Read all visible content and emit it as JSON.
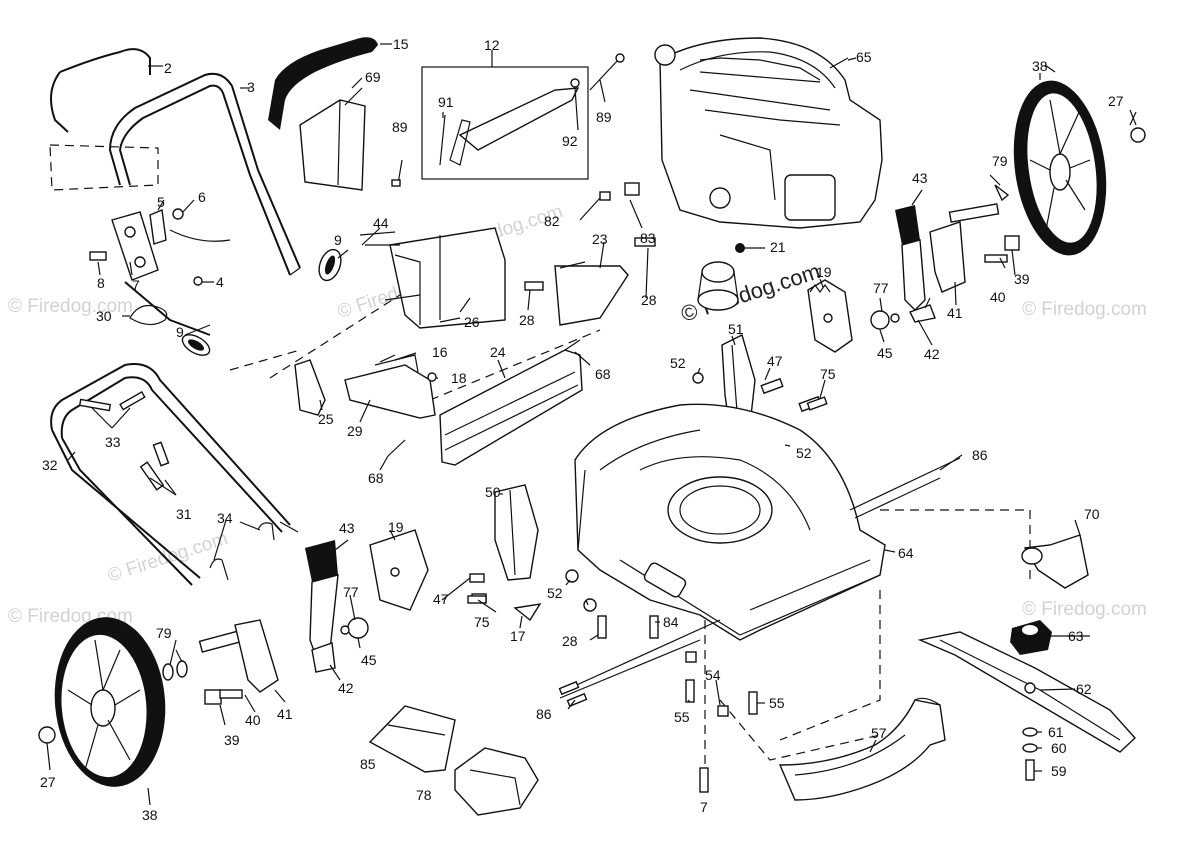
{
  "watermark": {
    "text": "© Firedog.com",
    "center_text": "© Firedog.com"
  },
  "labels": {
    "l2": "2",
    "l3": "3",
    "l4": "4",
    "l5": "5",
    "l6": "6",
    "l7": "7",
    "l8": "8",
    "l9a": "9",
    "l9b": "9",
    "l12": "12",
    "l15": "15",
    "l16": "16",
    "l17": "17",
    "l18": "18",
    "l19a": "19",
    "l19b": "19",
    "l21": "21",
    "l23": "23",
    "l24": "24",
    "l25": "25",
    "l26": "26",
    "l27a": "27",
    "l27b": "27",
    "l28a": "28",
    "l28b": "28",
    "l28c": "28",
    "l29": "29",
    "l30": "30",
    "l31": "31",
    "l32": "32",
    "l33": "33",
    "l34": "34",
    "l38a": "38",
    "l38b": "38",
    "l39a": "39",
    "l39b": "39",
    "l40a": "40",
    "l40b": "40",
    "l41a": "41",
    "l41b": "41",
    "l42a": "42",
    "l42b": "42",
    "l43a": "43",
    "l43b": "43",
    "l44": "44",
    "l45a": "45",
    "l45b": "45",
    "l47a": "47",
    "l47b": "47",
    "l50": "50",
    "l51": "51",
    "l52a": "52",
    "l52b": "52",
    "l52c": "52",
    "l54": "54",
    "l55a": "55",
    "l55b": "55",
    "l57": "57",
    "l59": "59",
    "l60": "60",
    "l61": "61",
    "l62": "62",
    "l63": "63",
    "l64": "64",
    "l65": "65",
    "l68a": "68",
    "l68b": "68",
    "l69": "69",
    "l70": "70",
    "l75a": "75",
    "l75b": "75",
    "l77a": "77",
    "l77b": "77",
    "l78": "78",
    "l79a": "79",
    "l79b": "79",
    "l82": "82",
    "l83": "83",
    "l84": "84",
    "l85": "85",
    "l86a": "86",
    "l86b": "86",
    "l89a": "89",
    "l89b": "89",
    "l91": "91",
    "l92": "92",
    "lbottom": "7"
  },
  "colors": {
    "ink": "#111111",
    "watermark": "#d2d2d2",
    "background": "#ffffff"
  }
}
